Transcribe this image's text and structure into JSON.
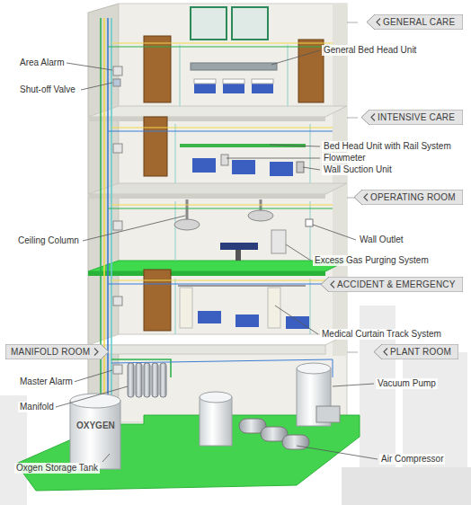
{
  "diagram": {
    "nodes": [
      {
        "text": [
          "GENERAL CARE"
        ]
      },
      {
        "text": [
          "INTENSIVE CARE"
        ]
      },
      {
        "text": [
          "OPERATING ROOM"
        ]
      },
      {
        "text": [
          "ACCIDENT & EMERGENCY"
        ]
      },
      {
        "text": [
          "MANIFOLD ROOM"
        ]
      },
      {
        "text": [
          "PLANT ROOM"
        ]
      }
    ],
    "labels": [
      "Area Alarm",
      "Shut-off Valve",
      "General Bed Head Unit",
      "Bed Head Unit with Rail System",
      "Flowmeter",
      "Wall Suction Unit",
      "Ceiling Column",
      "Wall Outlet",
      "Excess Gas Purging System",
      "Medical Curtain Track System",
      "Master Alarm",
      "Manifold",
      "OXYGEN",
      "Oxgen Storage Tank",
      "Vacuum Pump",
      "Air Compressor"
    ]
  }
}
